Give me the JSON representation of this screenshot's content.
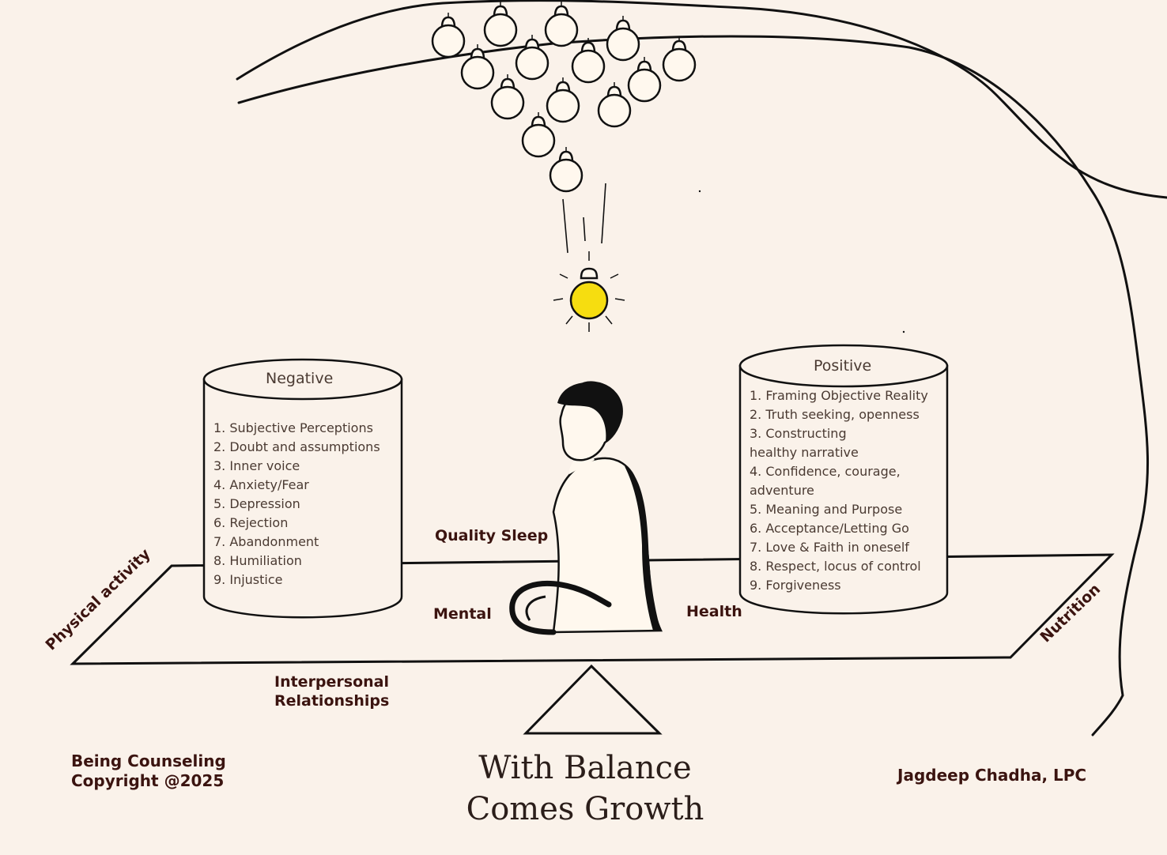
{
  "negative": {
    "title": "Negative",
    "items": [
      "1. Subjective Perceptions",
      "2. Doubt and assumptions",
      "3. Inner voice",
      "4. Anxiety/Fear",
      "5. Depression",
      "6. Rejection",
      "7. Abandonment",
      "8. Humiliation",
      "9. Injustice"
    ]
  },
  "positive": {
    "title": "Positive",
    "items": [
      "1. Framing Objective Reality",
      "2. Truth seeking, openness",
      "3. Constructing",
      "healthy narrative",
      "4. Confidence, courage,",
      "adventure",
      "5. Meaning and Purpose",
      "6. Acceptance/Letting Go",
      "7. Love & Faith in oneself",
      "8. Respect, locus of control",
      "9. Forgiveness"
    ]
  },
  "platform_labels": {
    "quality_sleep": "Quality Sleep",
    "mental": "Mental",
    "health": "Health",
    "physical_activity": "Physical activity",
    "nutrition": "Nutrition",
    "interpersonal_line1": "Interpersonal",
    "interpersonal_line2": "Relationships"
  },
  "footer": {
    "org_line1": "Being Counseling",
    "org_line2": "Copyright @2025",
    "author": "Jagdeep Chadha, LPC"
  },
  "headline": {
    "line1": "With Balance",
    "line2": "Comes Growth"
  },
  "colors": {
    "background": "#faf2ea",
    "ink": "#111111",
    "label": "#3b1410",
    "bulb_lit": "#f6dd10"
  }
}
